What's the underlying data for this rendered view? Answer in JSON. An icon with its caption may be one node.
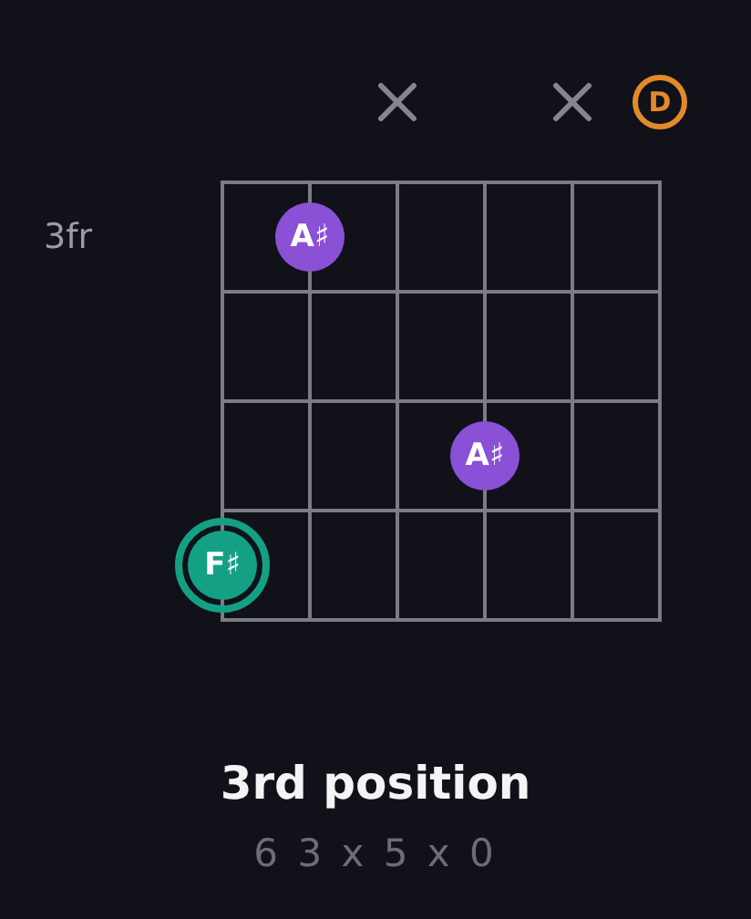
{
  "diagram": {
    "title": "3rd position",
    "caption": "6 3 x 5 x 0",
    "nodes": [
      {
        "text": [
          "D"
        ]
      },
      {
        "text": [
          "A♯"
        ]
      },
      {
        "text": [
          "A♯"
        ]
      },
      {
        "text": [
          "F♯"
        ]
      }
    ],
    "labels": [
      "3fr"
    ]
  }
}
